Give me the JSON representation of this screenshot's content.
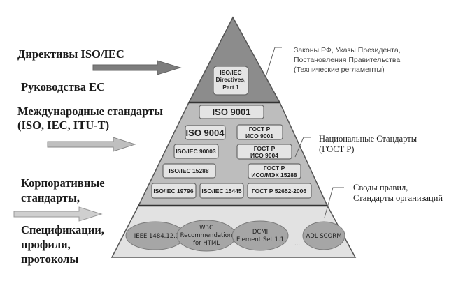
{
  "left_labels": {
    "directives": "Директивы ISO/IEC",
    "eu_guides": "Руководства ЕС",
    "intl_line1": "Международные стандарты",
    "intl_line2": "(ISO, IEC, ITU-T)",
    "corp_line1": "Корпоративные",
    "corp_line2": "стандарты,",
    "spec_line1": "Спецификации,",
    "spec_line2": "профили,",
    "spec_line3": "протоколы"
  },
  "callouts": {
    "laws": [
      "Законы РФ, Указы Президента,",
      "Постановления Правительства",
      "(Технические регламенты)"
    ],
    "national": [
      "Национальные Стандарты",
      "(ГОСТ Р)"
    ],
    "codes": [
      "Своды правил,",
      "Стандарты организаций"
    ]
  },
  "pyramid": {
    "top": {
      "box": [
        "ISO/IEC",
        "Directives,",
        "Part 1"
      ]
    },
    "middle": {
      "iso9001": "ISO 9001",
      "iso9004": "ISO 9004",
      "gost_iso9001": [
        "ГОСТ Р",
        "ИСО 9001"
      ],
      "iso90003": "ISO/IEC 90003",
      "gost_iso9004": [
        "ГОСТ Р",
        "ИСО 9004"
      ],
      "iso15288": "ISO/IEC 15288",
      "gost_15288": [
        "ГОСТ Р",
        "ИСО/МЭК 15288"
      ],
      "iso19796": "ISO/IEC 19796",
      "iso15445": "ISO/IEC 15445",
      "gost52652": "ГОСТ Р 52652-2006"
    },
    "bottom": {
      "ieee": "IEEE 1484.12.1",
      "w3c": [
        "W3C",
        "Recommendation",
        "for HTML"
      ],
      "dcmi": [
        "DCMI",
        "Element Set 1.1"
      ],
      "ellipsis": "...",
      "adl": "ADL SCORM"
    }
  },
  "colors": {
    "top": "#8c8c8c",
    "middle": "#bdbdbd",
    "bottom": "#e2e2e2",
    "arrow_dark": "#7d7d7d",
    "arrow_light": "#bfbfbf"
  }
}
